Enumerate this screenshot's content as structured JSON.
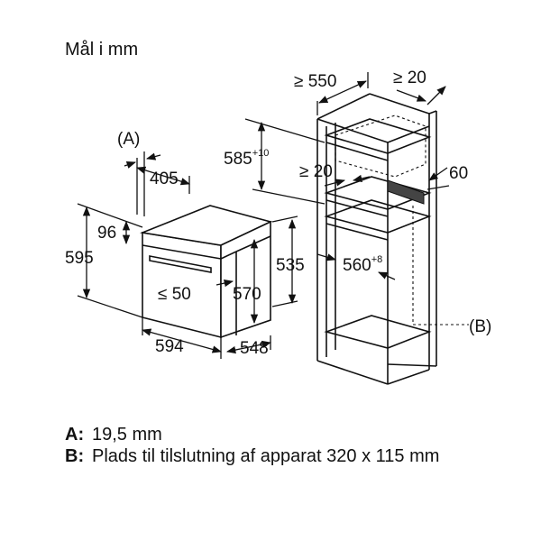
{
  "title": "Mål i mm",
  "oven_dimensions": {
    "clearance_a": "(A)",
    "depth_405": "405",
    "height_96": "96",
    "height_595": "595",
    "gap_50": "≤ 50",
    "width_594": "594",
    "depth_548": "548",
    "height_570": "570",
    "height_535": "535"
  },
  "cabinet_dimensions": {
    "depth_550": "≥ 550",
    "gap_20_top": "≥ 20",
    "height_585": "585",
    "height_585_tolerance": "+10",
    "gap_20_side": "≥ 20",
    "vent_60": "60",
    "width_560": "560",
    "width_560_tolerance": "+8",
    "connection_b": "(B)"
  },
  "notes": [
    {
      "key": "A:",
      "text": "19,5 mm"
    },
    {
      "key": "B:",
      "text": "Plads til tilslutning af apparat 320 x 115 mm"
    }
  ]
}
